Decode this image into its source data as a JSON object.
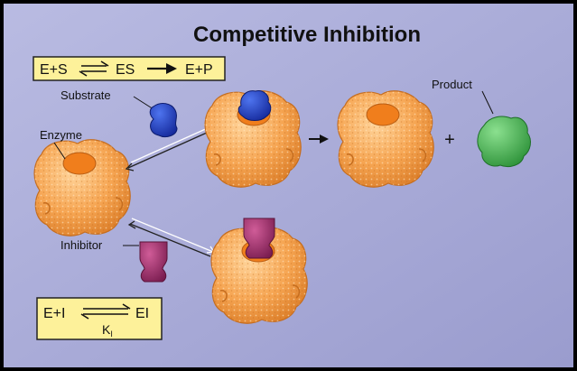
{
  "title": "Competitive Inhibition",
  "equations": {
    "substrate": {
      "left": "E+S",
      "middle": "ES",
      "right": "E+P"
    },
    "inhibitor": {
      "left": "E+I",
      "right": "EI",
      "constant_base": "K",
      "constant_sub": "I"
    }
  },
  "labels": {
    "substrate": "Substrate",
    "enzyme": "Enzyme",
    "inhibitor": "Inhibitor",
    "product": "Product",
    "plus": "+"
  },
  "colors": {
    "background": "#a9abd6",
    "equation_box": "#fdf19a",
    "enzyme": "#f4a24c",
    "enzyme_pocket": "#f07e1c",
    "substrate": "#1f3fb8",
    "inhibitor": "#a0316e",
    "product": "#3fae4b"
  }
}
